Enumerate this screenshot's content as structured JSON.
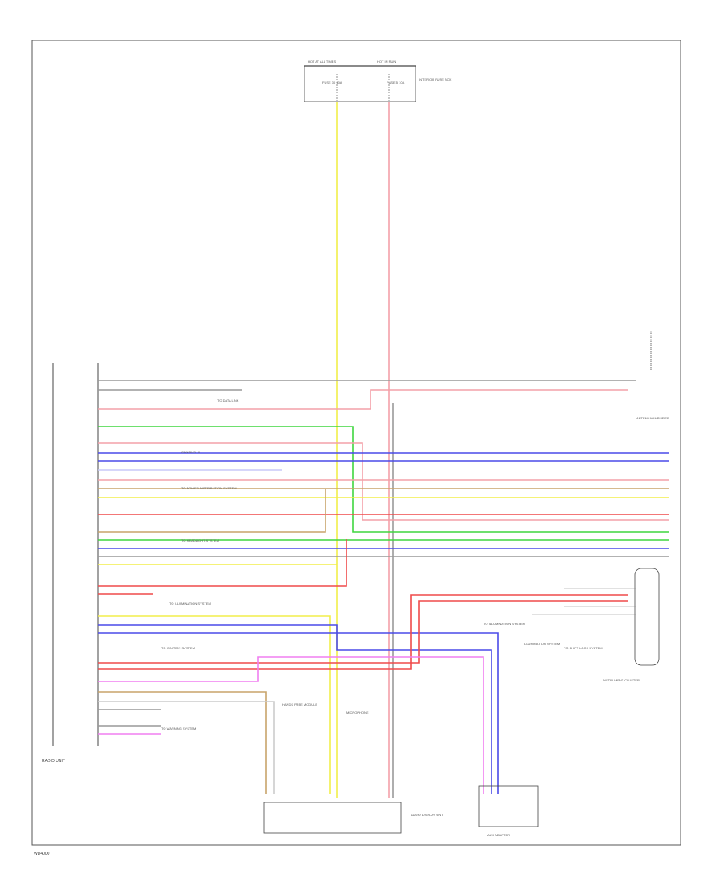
{
  "diagram": {
    "footer_code": "WD4000",
    "components": {
      "fuse_box": {
        "title_left": "HOT AT ALL TIMES",
        "title_right": "HOT IN RUN",
        "fuse_left": "FUSE 30 10A",
        "fuse_right": "FUSE 5 10A",
        "note": "INTERIOR FUSE BOX"
      },
      "radio": {
        "name": "RADIO UNIT"
      },
      "mic": {
        "name": "MICROPHONE"
      },
      "antenna_module": {
        "name": "ANTENNA AMPLIFIER"
      },
      "instrument_panel": {
        "name": "INSTRUMENT CLUSTER"
      },
      "audio_unit": {
        "name": "AUDIO DISPLAY UNIT"
      },
      "aux_jack": {
        "name": "AUX ADAPTER"
      },
      "hands_free": {
        "name": "HANDS FREE MODULE"
      }
    },
    "notes": {
      "n1": "TO DATA LINK",
      "n2": "CAN BUS HI",
      "n3": "TO POWER DISTRIBUTION SYSTEM",
      "n4": "TO HEADLIGHT SYSTEM",
      "n5": "TO ILLUMINATION SYSTEM",
      "n6": "TO IGNITION SYSTEM",
      "n7": "TO WARNING SYSTEM",
      "n8": "TO ILLUMINATION SYSTEM",
      "n9": "ILLUMINATION SYSTEM",
      "n10": "TO SHIFT LOCK SYSTEM"
    },
    "wire_colors": {
      "yellow": "#f2ee4a",
      "red": "#ef4a4a",
      "pink": "#f3a0a8",
      "green": "#3fd63f",
      "blue": "#4a4ae8",
      "violet": "#c86bf0",
      "gray": "#999999",
      "tan": "#c8a46a",
      "olive": "#a89038",
      "black": "#222222",
      "white": "#cccccc"
    }
  }
}
